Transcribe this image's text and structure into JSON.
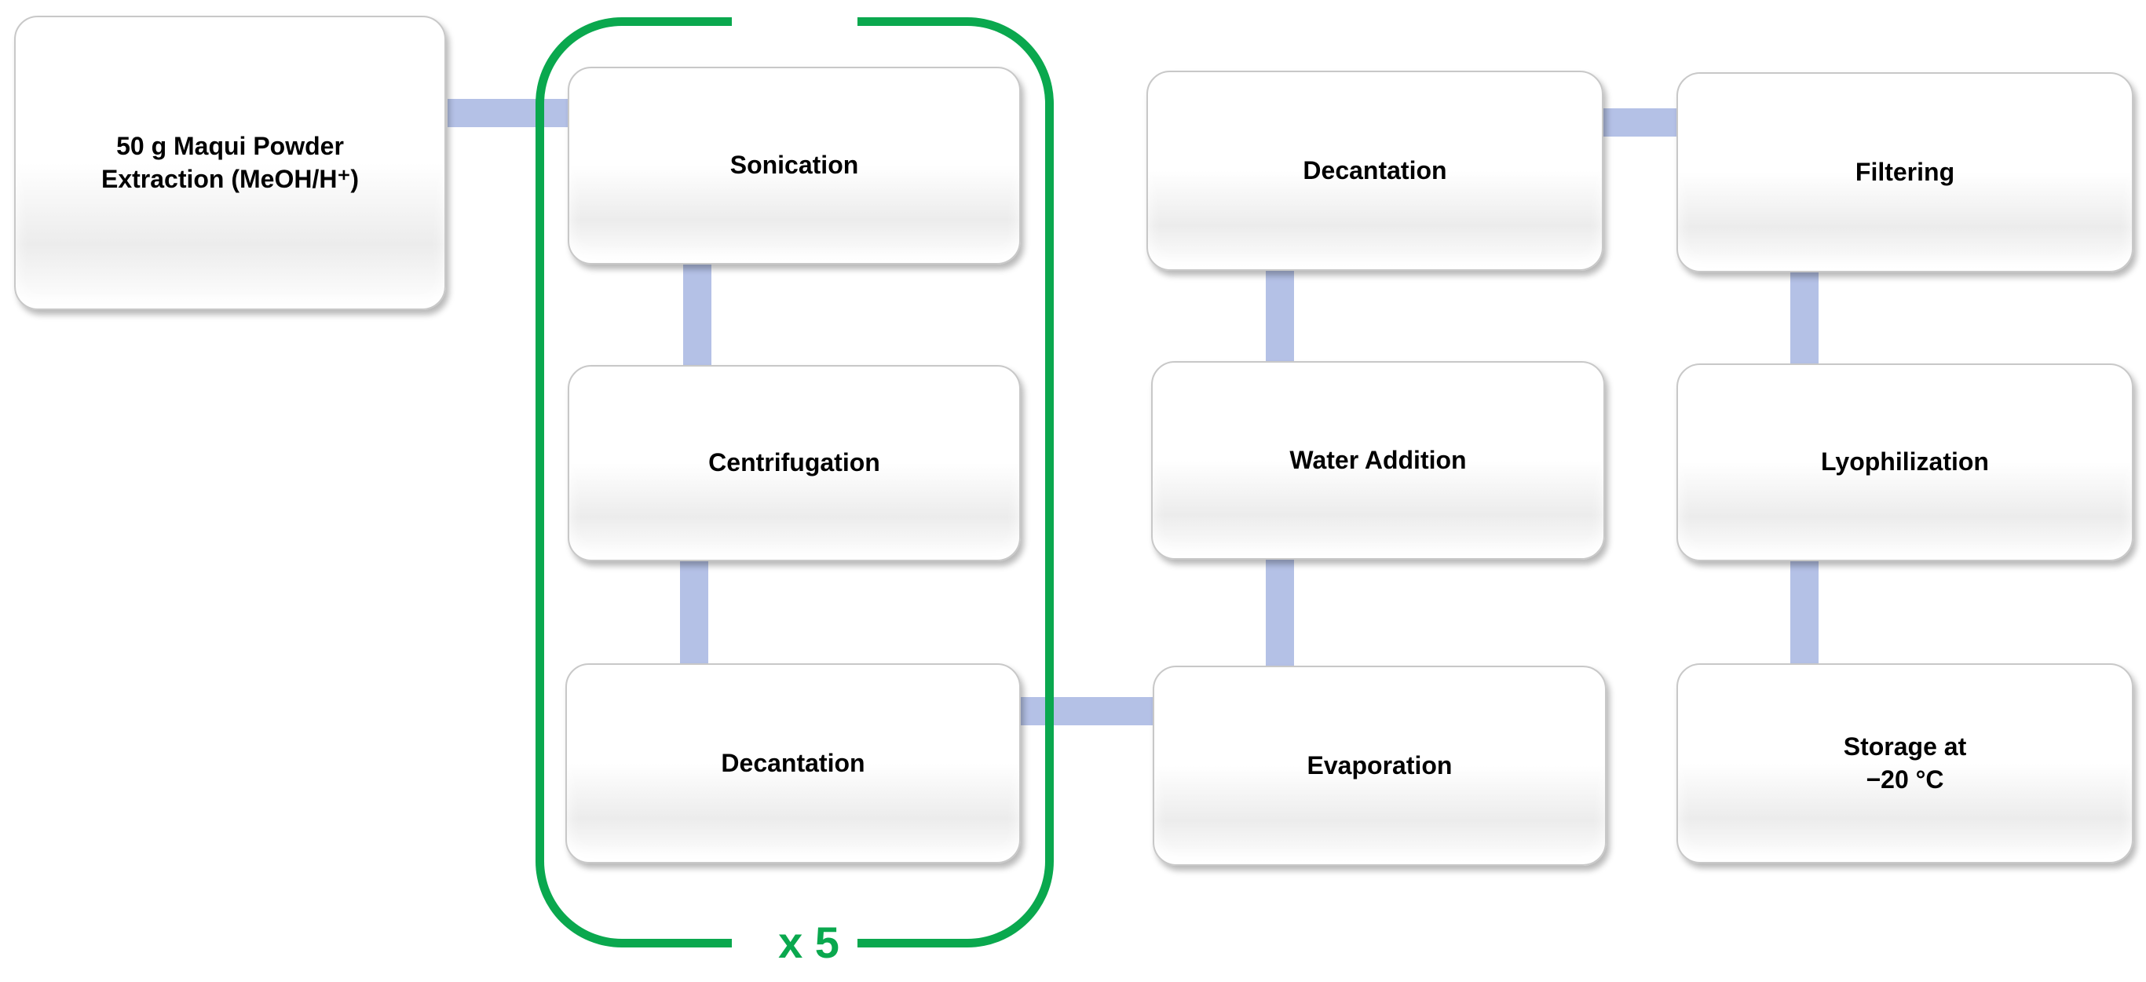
{
  "diagram": {
    "steps": {
      "extraction": "50 g Maqui Powder\nExtraction (MeOH/H⁺)",
      "sonication": "Sonication",
      "centrifugation": "Centrifugation",
      "decantation_1": "Decantation",
      "evaporation": "Evaporation",
      "water_addition": "Water Addition",
      "decantation_2": "Decantation",
      "filtering": "Filtering",
      "lyophilization": "Lyophilization",
      "storage": "Storage at\n−20 °C"
    },
    "repeat_label": "x 5",
    "colors": {
      "connector": "#b4c1e6",
      "bracket": "#0aa84e",
      "box_border": "#c8c8c8",
      "text": "#000000"
    }
  }
}
